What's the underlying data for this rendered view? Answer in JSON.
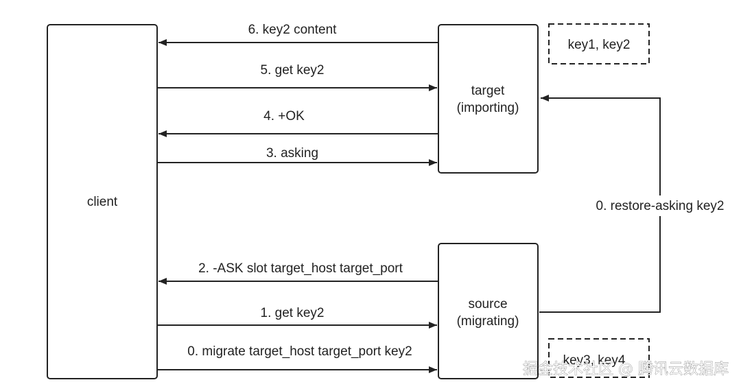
{
  "nodes": {
    "client": "client",
    "target_line1": "target",
    "target_line2": "(importing)",
    "source_line1": "source",
    "source_line2": "(migrating)",
    "target_keys": "key1, key2",
    "source_keys": "key3, key4"
  },
  "messages": [
    "6. key2 content",
    "5. get key2",
    "4. +OK",
    "3. asking",
    "2. -ASK slot target_host target_port",
    "1. get key2",
    "0. migrate target_host target_port key2"
  ],
  "side_message": "0. restore-asking key2",
  "watermark": "掘金技术社区 @ 腾讯云数据库"
}
